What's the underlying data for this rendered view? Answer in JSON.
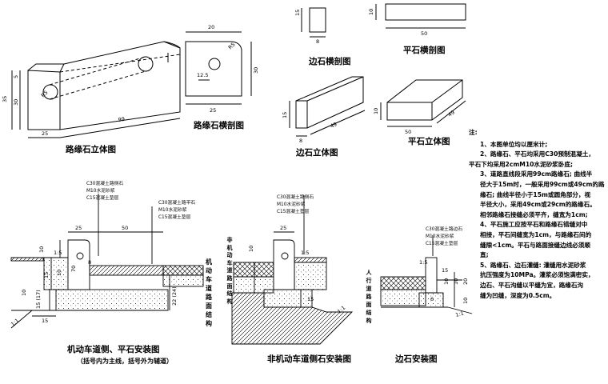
{
  "titles": {
    "curb_3d": "路缘石立体图",
    "curb_cross": "路缘石横剖图",
    "edge_cross": "边石横剖图",
    "flat_cross": "平石横剖图",
    "edge_3d": "边石立体图",
    "flat_3d": "平石立体图",
    "motor_install": "机动车道侧、平石安装图",
    "motor_install_sub": "（括号内为主线，括号外为辅道）",
    "nonmotor_install": "非机动车道侧石安装图",
    "edge_install": "边石安装图"
  },
  "dims": {
    "curb3d_35": "35",
    "curb3d_30": "30",
    "curb3d_5": "5",
    "curb3d_r5": "R5",
    "curb3d_25": "25",
    "curb3d_99": "99",
    "curbx_20": "20",
    "curbx_r5": "R5",
    "curbx_12_5": "12.5",
    "curbx_30": "30",
    "curbx_25": "25",
    "edgex_15": "15",
    "edgex_8": "8",
    "flatx_10": "10",
    "flatx_50": "50",
    "edge3d_15": "15",
    "edge3d_8": "8",
    "edge3d_49": "49",
    "flat3d_10": "10",
    "flat3d_50": "50",
    "flat3d_49": "49",
    "m_25": "25",
    "m_50": "50",
    "m_10a": "10",
    "m_70": "70",
    "m_8": "8",
    "m_10b": "10",
    "m_15": "15",
    "m_22": "22 (24)",
    "m_15_17": "15 (17)",
    "m_15b": "15",
    "m_10c": "10",
    "m_1_5": "1:5",
    "m_slope": "1:1",
    "n_25": "25",
    "n_10": "10",
    "n_1_5": "1:5",
    "n_15": "15",
    "n_slope": "1:1",
    "e_15": "15",
    "e_10a": "10",
    "e_10b": "10",
    "e_10c": "10",
    "e_20": "20",
    "e_6": "6",
    "e_1_5": "1:5",
    "e_slope": "1:1"
  },
  "layer_labels": {
    "motor_curb": [
      "C30混凝土路侧石",
      "M10水泥砂浆",
      "C15混凝土垫层"
    ],
    "motor_flat": [
      "C30混凝土路平石",
      "M10水泥砂浆",
      "C15混凝土垫层"
    ],
    "nonmotor": [
      "C30混凝土路侧石",
      "M10水泥砂浆",
      "C15混凝土垫层"
    ],
    "edge": [
      "C30混凝土路边石",
      "M10水泥砂浆",
      "C15混凝土垫层"
    ]
  },
  "vertical_labels": {
    "motor_road": "机动车道路面结构",
    "nonmotor_road": "非机动车道路面结构",
    "sidewalk": "人行道路面结构"
  },
  "notes": {
    "header": "注:",
    "lines": [
      "1、本图单位均以厘米计;",
      "2、路缘石、平石均采用C30预制混凝土，",
      "平石下均采用2cmM10水泥砂浆卧底;",
      "3、道路直线段采用99cm路缘石; 曲线半",
      "径大于15m时，一般采用99cm或49cm的路",
      "缘石; 曲线半径小于15m或圆角部分，视",
      "半径大小，采用49cm或29cm的路缘石。",
      "相邻路缘石接缝必须平齐，缝宽为1cm;",
      "4、平石施工应按平石和路缘石错缝对中",
      "相接，平石间缝宽为1cm，与路缘石间的",
      "缝隙<1cm。平石与路面接缝边线必须顺",
      "直;",
      "5、路缘石、边石灌缝: 灌缝用水泥砂浆",
      "抗压强度为10MPa。灌浆必须饱满密实，",
      "边石、平石沟缝以平缝为宜，路缘石沟",
      "缝为凹缝，深度为0.5cm。"
    ]
  }
}
